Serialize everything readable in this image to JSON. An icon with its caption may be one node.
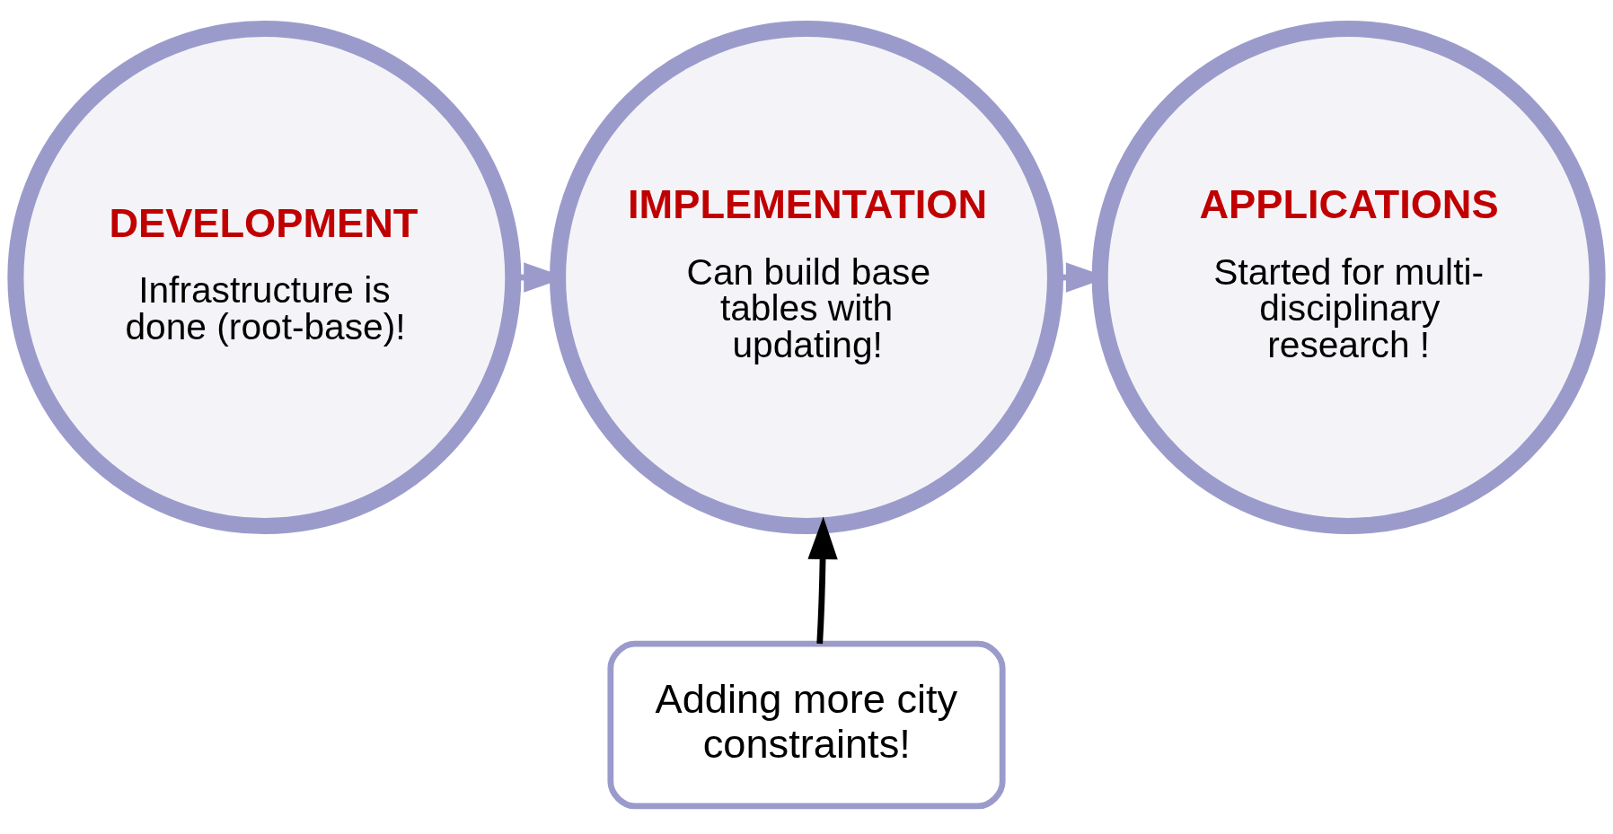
{
  "diagram": {
    "nodes": [
      {
        "text": [
          "DEVELOPMENT",
          "Infrastructure is done (root-base)!"
        ]
      },
      {
        "text": [
          "IMPLEMENTATION",
          "Can build base tables with updating!"
        ]
      },
      {
        "text": [
          "APPLICATIONS",
          "Started for multi-disciplinary research !"
        ]
      },
      {
        "text": [
          "Adding more city constraints!"
        ]
      }
    ],
    "edges": [
      {
        "from": 0,
        "to": 1,
        "arrow": "to"
      },
      {
        "from": 1,
        "to": 2,
        "arrow": "to"
      },
      {
        "from": 3,
        "to": 1,
        "arrow": "to",
        "color": "#000000"
      }
    ]
  }
}
